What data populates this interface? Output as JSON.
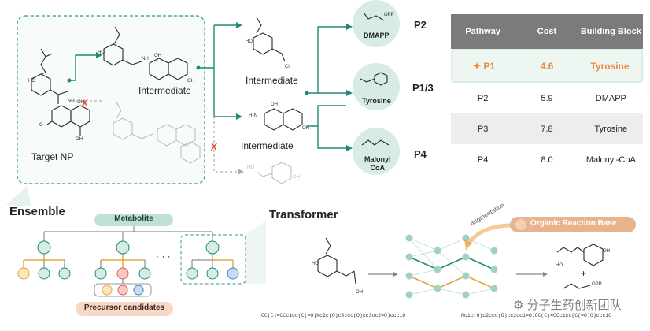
{
  "top": {
    "target_label": "Target NP",
    "intermediate_1": "Intermediate",
    "intermediate_2": "Intermediate",
    "intermediate_3": "Intermediate",
    "precursors": [
      {
        "name": "DMAPP",
        "tag": "P2"
      },
      {
        "name": "Tyrosine",
        "tag": "P1/3"
      },
      {
        "name": "Malonyl\nCoA",
        "line1": "Malonyl",
        "line2": "CoA",
        "tag": "P4"
      }
    ],
    "opp_label": "OPP",
    "coa_label": "CoA"
  },
  "table": {
    "headers": [
      "Pathway",
      "Cost",
      "Building Block"
    ],
    "rows": [
      {
        "pathway": "P1",
        "cost": "4.6",
        "block": "Tyrosine",
        "highlight": true
      },
      {
        "pathway": "P2",
        "cost": "5.9",
        "block": "DMAPP",
        "highlight": false
      },
      {
        "pathway": "P3",
        "cost": "7.8",
        "block": "Tyrosine",
        "highlight": false
      },
      {
        "pathway": "P4",
        "cost": "8.0",
        "block": "Malonyl-CoA",
        "highlight": false
      }
    ],
    "highlight_color": "#f08a3c"
  },
  "ensemble": {
    "title": "Ensemble",
    "metabolite_label": "Metabolite",
    "precursor_label": "Precursor candidates",
    "ellipsis": "· · ·"
  },
  "transformer": {
    "title": "Transformer",
    "augmentation_label": "augmentation",
    "reaction_base_label": "Organic Reaction Base",
    "smiles_input": "CC(C)=CCc1cc(C(=O)Nc2c(O)c3ccc(O)cc3oc2=O)ccc1O",
    "smiles_output": "Nc1c(O)c2ccc(O)cc2oc1=O.CC(C)=CCc1cc(C(=O)O)ccc1O",
    "plus": "+",
    "opp_label": "OPP"
  },
  "watermark": "分子生药创新团队",
  "colors": {
    "teal": "#1e8a78",
    "orange": "#f08a3c",
    "red": "#e05a4a",
    "node": "#d7ece6"
  }
}
